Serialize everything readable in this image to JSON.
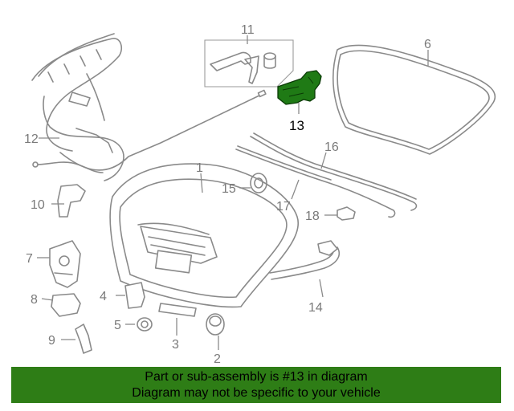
{
  "callouts": {
    "c1": "1",
    "c2": "2",
    "c3": "3",
    "c4": "4",
    "c5": "5",
    "c6": "6",
    "c7": "7",
    "c8": "8",
    "c9": "9",
    "c10": "10",
    "c11": "11",
    "c12": "12",
    "c13": "13",
    "c14": "14",
    "c15": "15",
    "c16": "16",
    "c17": "17",
    "c18": "18"
  },
  "highlight": {
    "part_number": "13",
    "color": "#1f7a15"
  },
  "footer": {
    "line1": "Part or sub-assembly is #13 in diagram",
    "line2": "Diagram may not be specific to your vehicle",
    "background": "#2e7d16"
  }
}
